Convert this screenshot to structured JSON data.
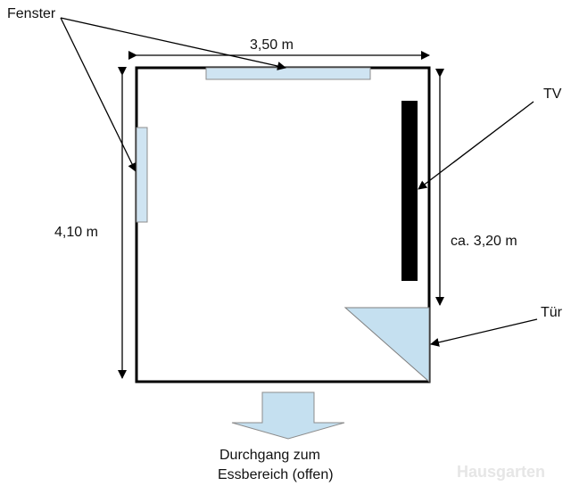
{
  "labels": {
    "window": "Fenster",
    "width": "3,50 m",
    "tv": "TV",
    "height_left": "4,10 m",
    "height_right": "ca. 3,20 m",
    "door": "Tür",
    "passage_line1": "Durchgang zum",
    "passage_line2": "Essbereich (offen)"
  },
  "colors": {
    "wall": "#000000",
    "window_fill": "#cfe4f2",
    "window_stroke": "#8c8c8c",
    "tv": "#000000",
    "door_fill": "#c5e0f0",
    "door_stroke": "#7f7f7f",
    "arrow_fill": "#c5e0f0"
  },
  "watermark": "Hausgarten"
}
